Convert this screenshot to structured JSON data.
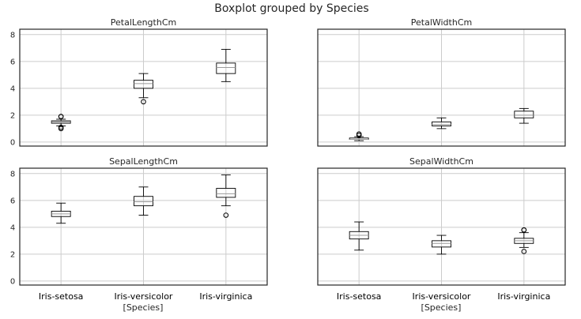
{
  "chart_data": {
    "type": "boxplot",
    "title": "Boxplot grouped by Species",
    "xlabel": "[Species]",
    "categories": [
      "Iris-setosa",
      "Iris-versicolor",
      "Iris-virginica"
    ],
    "ylim": [
      -0.3,
      8.4
    ],
    "yticks": [
      0,
      2,
      4,
      6,
      8
    ],
    "grid": true,
    "sharey": true,
    "subplots": [
      {
        "title": "PetalLengthCm",
        "boxes": [
          {
            "category": "Iris-setosa",
            "whislo": 1.2,
            "q1": 1.4,
            "med": 1.5,
            "q3": 1.58,
            "whishi": 1.7,
            "fliers": [
              1.0,
              1.1,
              1.9,
              1.9
            ]
          },
          {
            "category": "Iris-versicolor",
            "whislo": 3.3,
            "q1": 4.0,
            "med": 4.35,
            "q3": 4.6,
            "whishi": 5.1,
            "fliers": [
              3.0
            ]
          },
          {
            "category": "Iris-virginica",
            "whislo": 4.5,
            "q1": 5.1,
            "med": 5.55,
            "q3": 5.88,
            "whishi": 6.9,
            "fliers": []
          }
        ]
      },
      {
        "title": "PetalWidthCm",
        "boxes": [
          {
            "category": "Iris-setosa",
            "whislo": 0.1,
            "q1": 0.2,
            "med": 0.2,
            "q3": 0.3,
            "whishi": 0.4,
            "fliers": [
              0.5,
              0.6
            ]
          },
          {
            "category": "Iris-versicolor",
            "whislo": 1.0,
            "q1": 1.2,
            "med": 1.3,
            "q3": 1.5,
            "whishi": 1.8,
            "fliers": []
          },
          {
            "category": "Iris-virginica",
            "whislo": 1.4,
            "q1": 1.8,
            "med": 2.0,
            "q3": 2.3,
            "whishi": 2.5,
            "fliers": []
          }
        ]
      },
      {
        "title": "SepalLengthCm",
        "boxes": [
          {
            "category": "Iris-setosa",
            "whislo": 4.3,
            "q1": 4.8,
            "med": 5.0,
            "q3": 5.2,
            "whishi": 5.8,
            "fliers": []
          },
          {
            "category": "Iris-versicolor",
            "whislo": 4.9,
            "q1": 5.6,
            "med": 5.9,
            "q3": 6.3,
            "whishi": 7.0,
            "fliers": []
          },
          {
            "category": "Iris-virginica",
            "whislo": 5.6,
            "q1": 6.23,
            "med": 6.5,
            "q3": 6.9,
            "whishi": 7.9,
            "fliers": [
              4.9
            ]
          }
        ]
      },
      {
        "title": "SepalWidthCm",
        "boxes": [
          {
            "category": "Iris-setosa",
            "whislo": 2.3,
            "q1": 3.13,
            "med": 3.4,
            "q3": 3.68,
            "whishi": 4.4,
            "fliers": []
          },
          {
            "category": "Iris-versicolor",
            "whislo": 2.0,
            "q1": 2.53,
            "med": 2.8,
            "q3": 3.0,
            "whishi": 3.4,
            "fliers": []
          },
          {
            "category": "Iris-virginica",
            "whislo": 2.5,
            "q1": 2.8,
            "med": 3.0,
            "q3": 3.18,
            "whishi": 3.6,
            "fliers": [
              2.2,
              3.8,
              3.8
            ]
          }
        ]
      }
    ]
  },
  "colors": {
    "box": "#000000",
    "median": "#9a9a9a",
    "grid": "#cccccc",
    "frame": "#262626"
  }
}
